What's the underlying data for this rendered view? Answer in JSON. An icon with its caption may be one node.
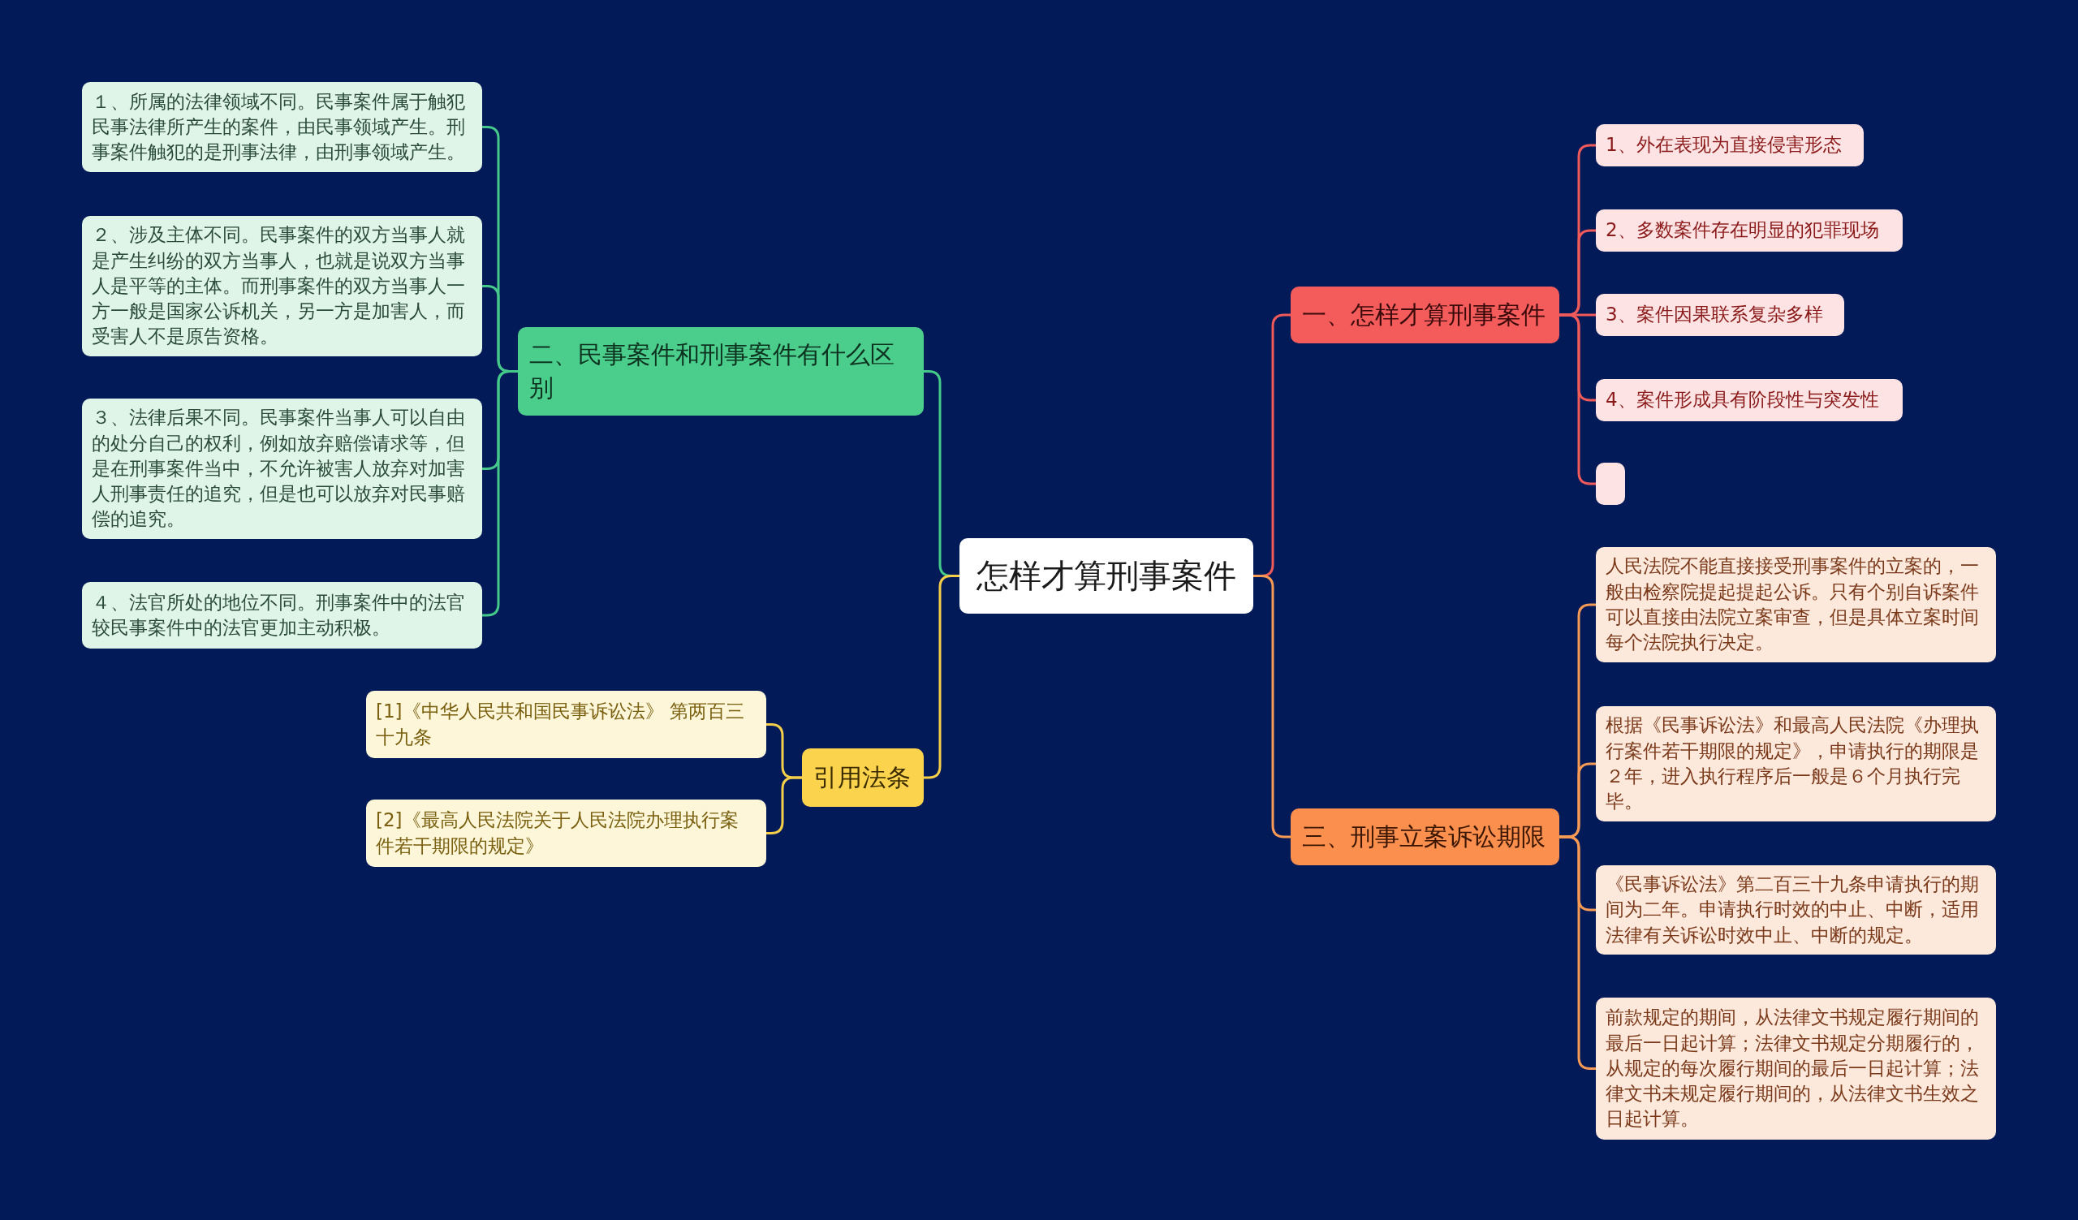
{
  "diagram": {
    "nodes": [
      {
        "text": [
          "怎样才算刑事案件"
        ]
      },
      {
        "text": [
          "一、怎样才算刑事案件"
        ]
      },
      {
        "text": [
          "1、外在表现为直接侵害形态"
        ]
      },
      {
        "text": [
          "2、多数案件存在明显的犯罪现场"
        ]
      },
      {
        "text": [
          "3、案件因果联系复杂多样"
        ]
      },
      {
        "text": [
          "4、案件形成具有阶段性与突发性"
        ]
      },
      {
        "text": [],
        "shape": "box"
      },
      {
        "text": [
          "三、刑事立案诉讼期限"
        ]
      },
      {
        "text": [
          "人民法院不能直接接受刑事案件的立案的，一般由检察院提起提起公诉。只有个别自诉案件可以直接由法院立案审查，但是具体立案时间每个法院执行决定。"
        ]
      },
      {
        "text": [
          "根据《民事诉讼法》和最高人民法院《办理执行案件若干期限的规定》，申请执行的期限是２年，进入执行程序后一般是６个月执行完毕。"
        ]
      },
      {
        "text": [
          "《民事诉讼法》第二百三十九条申请执行的期间为二年。申请执行时效的中止、中断，适用法律有关诉讼时效中止、中断的规定。"
        ]
      },
      {
        "text": [
          "前款规定的期间，从法律文书规定履行期间的最后一日起计算；法律文书规定分期履行的，从规定的每次履行期间的最后一日起计算；法律文书未规定履行期间的，从法律文书生效之日起计算。"
        ]
      },
      {
        "text": [
          "二、民事案件和刑事案件有什么区别"
        ]
      },
      {
        "text": [
          "１、所属的法律领域不同。民事案件属于触犯民事法律所产生的案件，由民事领域产生。刑事案件触犯的是刑事法律，由刑事领域产生。"
        ]
      },
      {
        "text": [
          "２、涉及主体不同。民事案件的双方当事人就是产生纠纷的双方当事人，也就是说双方当事人是平等的主体。而刑事案件的双方当事人一方一般是国家公诉机关，另一方是加害人，而受害人不是原告资格。"
        ]
      },
      {
        "text": [
          "３、法律后果不同。民事案件当事人可以自由的处分自己的权利，例如放弃赔偿请求等，但是在刑事案件当中，不允许被害人放弃对加害人刑事责任的追究，但是也可以放弃对民事赔偿的追究。"
        ]
      },
      {
        "text": [
          "４、法官所处的地位不同。刑事案件中的法官较民事案件中的法官更加主动积极。"
        ]
      },
      {
        "text": [
          "引用法条"
        ]
      },
      {
        "text": [
          "[1]《中华人民共和国民事诉讼法》 第两百三十九条"
        ]
      },
      {
        "text": [
          "[2]《最高人民法院关于人民法院办理执行案件若干期限的规定》"
        ]
      }
    ],
    "edges": [
      {
        "from": 0,
        "to": 1,
        "arrow": "none",
        "color": "#f05a5a"
      },
      {
        "from": 1,
        "to": 2,
        "arrow": "none",
        "color": "#f05a5a"
      },
      {
        "from": 1,
        "to": 3,
        "arrow": "none",
        "color": "#f05a5a"
      },
      {
        "from": 1,
        "to": 4,
        "arrow": "none",
        "color": "#f05a5a"
      },
      {
        "from": 1,
        "to": 5,
        "arrow": "none",
        "color": "#f05a5a"
      },
      {
        "from": 1,
        "to": 6,
        "arrow": "none",
        "color": "#f05a5a"
      },
      {
        "from": 0,
        "to": 7,
        "arrow": "none",
        "color": "#f79a55"
      },
      {
        "from": 7,
        "to": 8,
        "arrow": "none",
        "color": "#f79a55"
      },
      {
        "from": 7,
        "to": 9,
        "arrow": "none",
        "color": "#f79a55"
      },
      {
        "from": 7,
        "to": 10,
        "arrow": "none",
        "color": "#f79a55"
      },
      {
        "from": 7,
        "to": 11,
        "arrow": "none",
        "color": "#f79a55"
      },
      {
        "from": 0,
        "to": 12,
        "arrow": "none",
        "color": "#45c98a"
      },
      {
        "from": 12,
        "to": 13,
        "arrow": "none",
        "color": "#45c98a"
      },
      {
        "from": 12,
        "to": 14,
        "arrow": "none",
        "color": "#45c98a"
      },
      {
        "from": 12,
        "to": 15,
        "arrow": "none",
        "color": "#45c98a"
      },
      {
        "from": 12,
        "to": 16,
        "arrow": "none",
        "color": "#45c98a"
      },
      {
        "from": 0,
        "to": 17,
        "arrow": "none",
        "color": "#f5cf4a"
      },
      {
        "from": 17,
        "to": 18,
        "arrow": "none",
        "color": "#f5cf4a"
      },
      {
        "from": 17,
        "to": 19,
        "arrow": "none",
        "color": "#f5cf4a"
      }
    ]
  }
}
